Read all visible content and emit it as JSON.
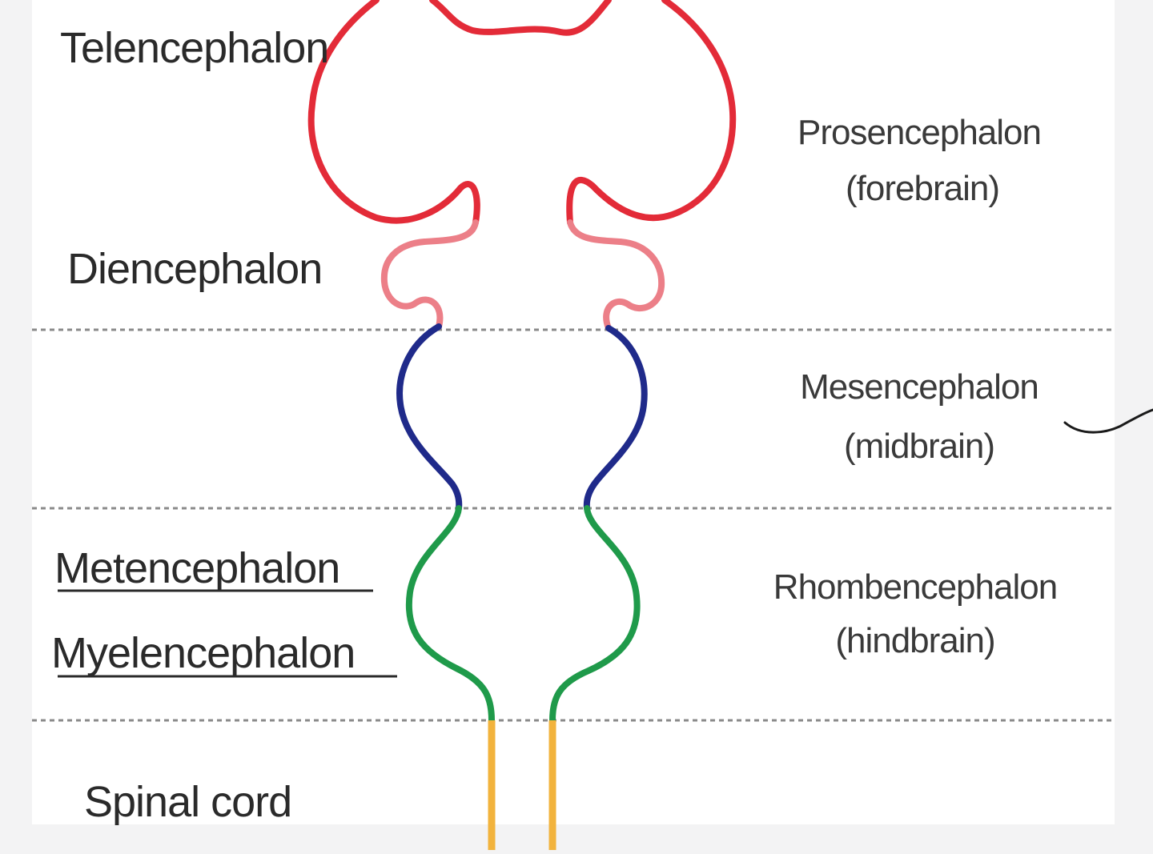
{
  "left_labels": {
    "telencephalon": "Telencephalon",
    "diencephalon": "Diencephalon",
    "metencephalon": "Metencephalon",
    "myelencephalon": "Myelencephalon",
    "spinal_cord": "Spinal cord"
  },
  "right_labels": {
    "prosencephalon": "Prosencephalon",
    "prosencephalon_common": "(forebrain)",
    "mesencephalon": "Mesencephalon",
    "mesencephalon_common": "(midbrain)",
    "rhombencephalon": "Rhombencephalon",
    "rhombencephalon_common": "(hindbrain)"
  },
  "colors": {
    "telencephalon": "#e32b38",
    "diencephalon": "#ec7f88",
    "mesencephalon": "#1f2a8a",
    "rhombencephalon": "#1f9a4a",
    "spinal_cord": "#f2b33d",
    "divider": "#8a8a8a",
    "text": "#2a2a2a"
  }
}
